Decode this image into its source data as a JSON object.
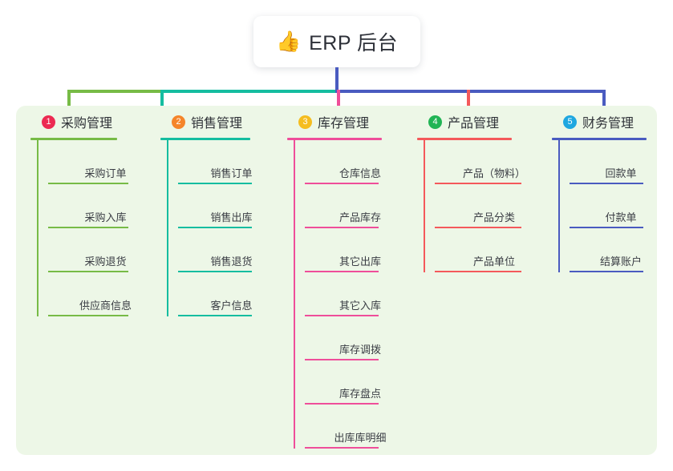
{
  "title": {
    "icon": "thumbs-up-icon",
    "emoji": "👍",
    "text": "ERP 后台"
  },
  "colors": {
    "panel_background": "#edf7e7",
    "page_background": "#ffffff",
    "stem": "#4a5bc0",
    "bar_green": "#77bb46",
    "bar_teal": "#15bda0",
    "bar_blue": "#4a5bc0"
  },
  "columns": [
    {
      "number": "1",
      "title": "采购管理",
      "badge_color": "#ec2a52",
      "line_color": "#77bb46",
      "items": [
        "采购订单",
        "采购入库",
        "采购退货",
        "供应商信息"
      ]
    },
    {
      "number": "2",
      "title": "销售管理",
      "badge_color": "#f5852a",
      "line_color": "#15bda0",
      "items": [
        "销售订单",
        "销售出库",
        "销售退货",
        "客户信息"
      ]
    },
    {
      "number": "3",
      "title": "库存管理",
      "badge_color": "#f5bd1f",
      "line_color": "#ef4e9a",
      "items": [
        "仓库信息",
        "产品库存",
        "其它出库",
        "其它入库",
        "库存调拨",
        "库存盘点",
        "出库库明细"
      ]
    },
    {
      "number": "4",
      "title": "产品管理",
      "badge_color": "#21b455",
      "line_color": "#f4595b",
      "items": [
        "产品（物料）",
        "产品分类",
        "产品单位"
      ]
    },
    {
      "number": "5",
      "title": "财务管理",
      "badge_color": "#1fa7e0",
      "line_color": "#4a5bc0",
      "items": [
        "回款单",
        "付款单",
        "结算账户"
      ]
    }
  ]
}
